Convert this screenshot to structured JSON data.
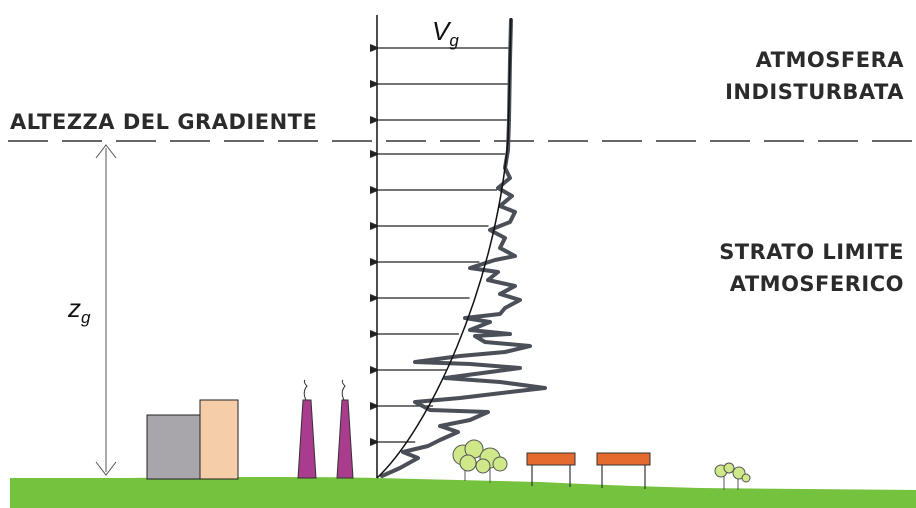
{
  "labels": {
    "gradient_height": "ALTEZZA DEL GRADIENTE",
    "undisturbed_line1": "ATMOSFERA",
    "undisturbed_line2": "INDISTURBATA",
    "boundary_line1": "STRATO LIMITE",
    "boundary_line2": "ATMOSFERICO"
  },
  "symbols": {
    "velocity_main": "V",
    "velocity_sub": "g",
    "height_main": "z",
    "height_sub": "g"
  },
  "colors": {
    "ground": "#74c23e",
    "building_gray": "#a9a6ab",
    "building_peach": "#f6cda9",
    "chimney": "#a93c8c",
    "roof": "#e56a2d",
    "tree": "#cfe88a",
    "turbulent_line": "#4a4f58"
  }
}
